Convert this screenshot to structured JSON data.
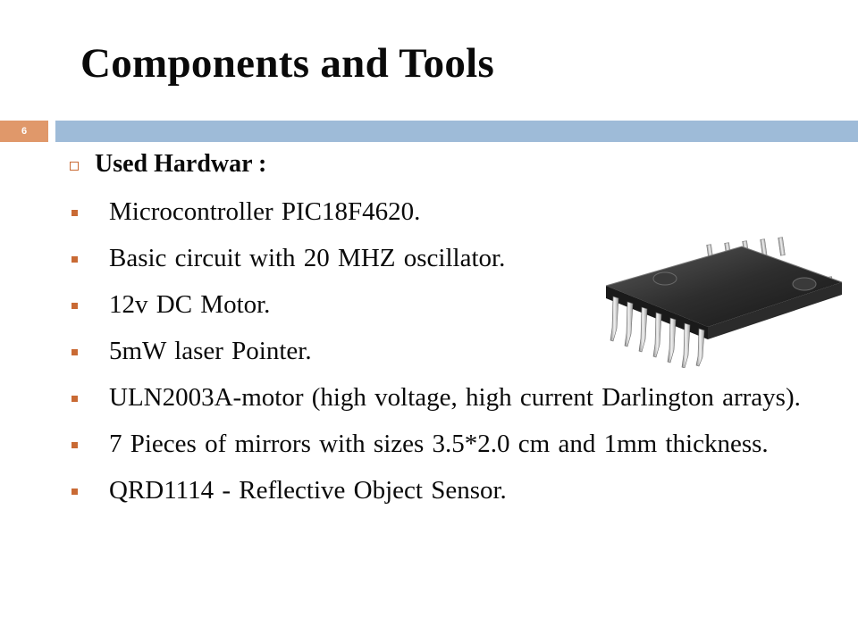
{
  "slide": {
    "title": "Components and Tools",
    "number": "6"
  },
  "section": {
    "heading": "Used Hardwar :",
    "items": [
      {
        "text": "Microcontroller PIC18F4620."
      },
      {
        "text": "Basic circuit with 20 MHZ oscillator."
      },
      {
        "text": "12v DC Motor."
      },
      {
        "text": "5mW laser Pointer."
      },
      {
        "text": "ULN2003A-motor (high voltage, high current Darlington arrays)."
      },
      {
        "text": "7 Pieces of mirrors with sizes 3.5*2.0 cm and 1mm thickness."
      },
      {
        "text": "QRD1114 - Reflective Object Sensor."
      }
    ]
  },
  "colors": {
    "accent_orange": "#e0986a",
    "bar_blue": "#9ebbd8",
    "bullet": "#c96a34"
  },
  "image": {
    "icon": "integrated-circuit-chip"
  }
}
